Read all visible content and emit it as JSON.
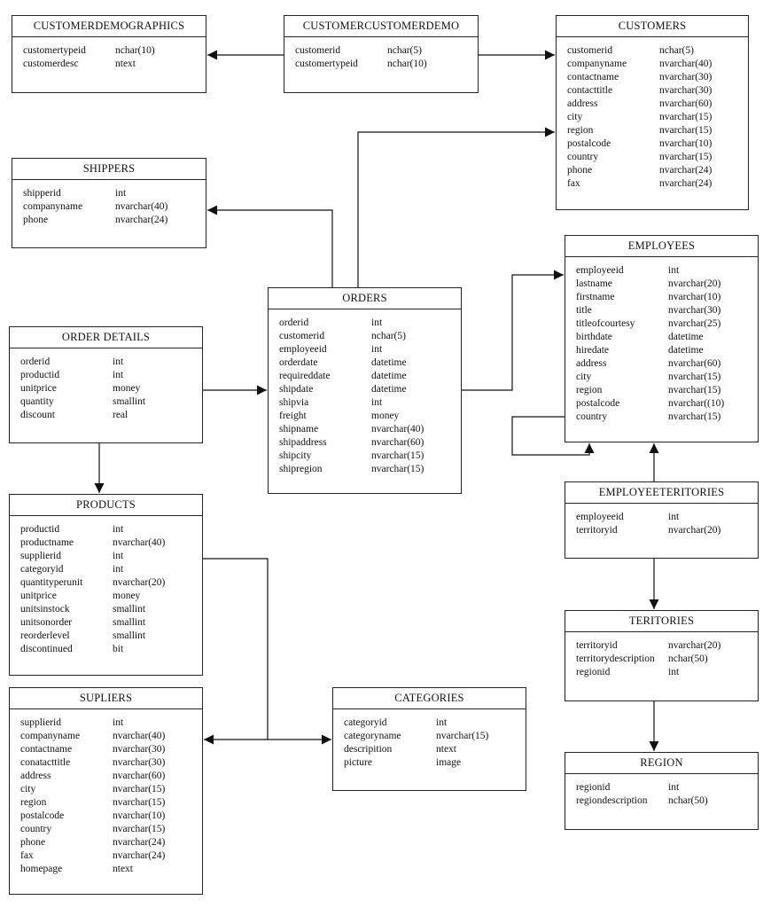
{
  "entities": [
    {
      "id": "customerdemographics",
      "title": "CUSTOMERDEMOGRAPHICS",
      "fields": [
        [
          "customertypeid",
          "nchar(10)"
        ],
        [
          "customerdesc",
          "ntext"
        ]
      ]
    },
    {
      "id": "customercustomerdemo",
      "title": "CUSTOMERCUSTOMERDEMO",
      "fields": [
        [
          "customerid",
          "nchar(5)"
        ],
        [
          "customertypeid",
          "nchar(10)"
        ]
      ]
    },
    {
      "id": "customers",
      "title": "CUSTOMERS",
      "fields": [
        [
          "customerid",
          "nchar(5)"
        ],
        [
          "companyname",
          "nvarchar(40)"
        ],
        [
          "contactname",
          "nvarchar(30)"
        ],
        [
          "contacttitle",
          "nvarchar(30)"
        ],
        [
          "address",
          "nvarchar(60)"
        ],
        [
          "city",
          "nvarchar(15)"
        ],
        [
          "region",
          "nvarchar(15)"
        ],
        [
          "postalcode",
          "nvarchar(10)"
        ],
        [
          "country",
          "nvarchar(15)"
        ],
        [
          "phone",
          "nvarchar(24)"
        ],
        [
          "fax",
          "nvarchar(24)"
        ]
      ]
    },
    {
      "id": "shippers",
      "title": "SHIPPERS",
      "fields": [
        [
          "shipperid",
          "int"
        ],
        [
          "companyname",
          "nvarchar(40)"
        ],
        [
          "phone",
          "nvarchar(24)"
        ]
      ]
    },
    {
      "id": "employees",
      "title": "EMPLOYEES",
      "fields": [
        [
          "employeeid",
          "int"
        ],
        [
          "lastname",
          "nvarchar(20)"
        ],
        [
          "firstname",
          "nvarchar(10)"
        ],
        [
          "title",
          "nvarchar(30)"
        ],
        [
          "titleofcourtesy",
          "nvarchar(25)"
        ],
        [
          "birthdate",
          "datetime"
        ],
        [
          "hiredate",
          "datetime"
        ],
        [
          "address",
          "nvarchar(60)"
        ],
        [
          "city",
          "nvarchar(15)"
        ],
        [
          "region",
          "nvarchar(15)"
        ],
        [
          "postalcode",
          "nvarchar((10)"
        ],
        [
          "country",
          "nvarchar(15)"
        ]
      ]
    },
    {
      "id": "orders",
      "title": "ORDERS",
      "fields": [
        [
          "orderid",
          "int"
        ],
        [
          "customerid",
          "nchar(5)"
        ],
        [
          "employeeid",
          "int"
        ],
        [
          "orderdate",
          "datetime"
        ],
        [
          "requireddate",
          "datetime"
        ],
        [
          "shipdate",
          "datetime"
        ],
        [
          "shipvia",
          "int"
        ],
        [
          "freight",
          "money"
        ],
        [
          "shipname",
          "nvarchar(40)"
        ],
        [
          "shipaddress",
          "nvarchar(60)"
        ],
        [
          "shipcity",
          "nvarchar(15)"
        ],
        [
          "shipregion",
          "nvarchar(15)"
        ]
      ]
    },
    {
      "id": "orderdetails",
      "title": "ORDER DETAILS",
      "fields": [
        [
          "orderid",
          "int"
        ],
        [
          "productid",
          "int"
        ],
        [
          "unitprice",
          "money"
        ],
        [
          "quantity",
          "smallint"
        ],
        [
          "discount",
          "real"
        ]
      ]
    },
    {
      "id": "employeeterritories",
      "title": "EMPLOYEETERITORIES",
      "fields": [
        [
          "employeeid",
          "int"
        ],
        [
          "territoryid",
          "nvarchar(20)"
        ]
      ]
    },
    {
      "id": "products",
      "title": "PRODUCTS",
      "fields": [
        [
          "productid",
          "int"
        ],
        [
          "productname",
          "nvarchar(40)"
        ],
        [
          "supplierid",
          "int"
        ],
        [
          "categoryid",
          "int"
        ],
        [
          "quantityperunit",
          "nvarchar(20)"
        ],
        [
          "unitprice",
          "money"
        ],
        [
          "unitsinstock",
          "smallint"
        ],
        [
          "unitsonorder",
          "smallint"
        ],
        [
          "reorderlevel",
          "smallint"
        ],
        [
          "discontinued",
          "bit"
        ]
      ]
    },
    {
      "id": "territories",
      "title": "TERITORIES",
      "fields": [
        [
          "territoryid",
          "nvarchar(20)"
        ],
        [
          "territorydescription",
          "nchar(50)"
        ],
        [
          "regionid",
          "int"
        ]
      ]
    },
    {
      "id": "supliers",
      "title": "SUPLIERS",
      "fields": [
        [
          "supplierid",
          "int"
        ],
        [
          "companyname",
          "nvarchar(40)"
        ],
        [
          "contactname",
          "nvarchar(30)"
        ],
        [
          "conatacttitle",
          "nvarchar(30)"
        ],
        [
          "address",
          "nvarchar(60)"
        ],
        [
          "city",
          "nvarchar(15)"
        ],
        [
          "region",
          "nvarchar(15)"
        ],
        [
          "postalcode",
          "nvarchar(10)"
        ],
        [
          "country",
          "nvarchar(15)"
        ],
        [
          "phone",
          "nvarchar(24)"
        ],
        [
          "fax",
          "nvarchar(24)"
        ],
        [
          "homepage",
          "ntext"
        ]
      ]
    },
    {
      "id": "categories",
      "title": "CATEGORIES",
      "fields": [
        [
          "categoryid",
          "int"
        ],
        [
          "categoryname",
          "nvarchar(15)"
        ],
        [
          "descripition",
          "ntext"
        ],
        [
          "picture",
          "image"
        ]
      ]
    },
    {
      "id": "region",
      "title": "REGION",
      "fields": [
        [
          "regionid",
          "int"
        ],
        [
          "regiondescription",
          "nchar(50)"
        ]
      ]
    }
  ],
  "relationships": [
    {
      "from": "customercustomerdemo",
      "to": "customerdemographics"
    },
    {
      "from": "customercustomerdemo",
      "to": "customers"
    },
    {
      "from": "orders",
      "to": "shippers"
    },
    {
      "from": "orders",
      "to": "customers"
    },
    {
      "from": "orders",
      "to": "employees"
    },
    {
      "from": "employees",
      "to": "employees"
    },
    {
      "from": "orderdetails",
      "to": "orders"
    },
    {
      "from": "orderdetails",
      "to": "products"
    },
    {
      "from": "employeeterritories",
      "to": "employees"
    },
    {
      "from": "employeeterritories",
      "to": "territories"
    },
    {
      "from": "territories",
      "to": "region"
    },
    {
      "from": "products",
      "to": "supliers"
    },
    {
      "from": "products",
      "to": "categories"
    }
  ]
}
